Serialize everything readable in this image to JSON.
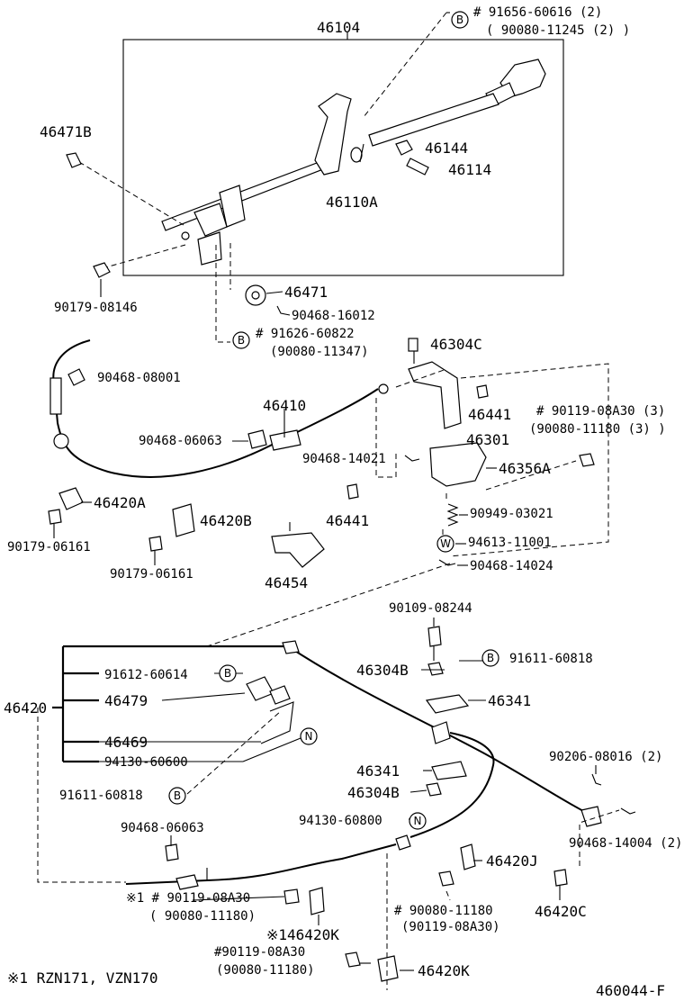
{
  "labels": {
    "p46104": "46104",
    "spec_b1a": "# 91656-60616 (2)",
    "spec_b1b": "( 90080-11245 (2) )",
    "p46471B": "46471B",
    "p46144": "46144",
    "p46114": "46114",
    "p46110A": "46110A",
    "p90179_08146": "90179-08146",
    "p46471": "46471",
    "p90468_16012": "90468-16012",
    "spec_b2a": "# 91626-60822",
    "spec_b2b": "(90080-11347)",
    "p46304C": "46304C",
    "p90468_08001": "90468-08001",
    "p46410": "46410",
    "p46441_a": "46441",
    "p46301": "46301",
    "spec_r1a": "# 90119-08A30 (3)",
    "spec_r1b": "(90080-11180 (3) )",
    "p90468_06063_a": "90468-06063",
    "p90468_14021": "90468-14021",
    "p46356A": "46356A",
    "p46420A": "46420A",
    "p46441_b": "46441",
    "p90949_03021": "90949-03021",
    "p46420B": "46420B",
    "p90179_06161_a": "90179-06161",
    "p94613_11001": "94613-11001",
    "p90468_14024": "90468-14024",
    "p90179_06161_b": "90179-06161",
    "p46454": "46454",
    "p90109_08244": "90109-08244",
    "p46304B_a": "46304B",
    "p91611_60818_a": "91611-60818",
    "p91612_60614": "91612-60614",
    "p46420": "46420",
    "p46479": "46479",
    "p46341_a": "46341",
    "p46469": "46469",
    "p94130_60600": "94130-60600",
    "p90206_08016": "90206-08016 (2)",
    "p46341_b": "46341",
    "p46304B_b": "46304B",
    "p91611_60818_b": "91611-60818",
    "p94130_60800": "94130-60800",
    "p90468_14004": "90468-14004 (2)",
    "p90468_06063_b": "90468-06063",
    "p46420J": "46420J",
    "spec_k1a": "※1 # 90119-08A30",
    "spec_k1b": "( 90080-11180)",
    "p46420C": "46420C",
    "spec_k2a": "# 90080-11180",
    "spec_k2b": "(90119-08A30)",
    "p46420K_a": "※146420K",
    "spec_k3a": "#90119-08A30",
    "spec_k3b": "(90080-11180)",
    "p46420K_b": "46420K",
    "footnote": "※1 RZN171, VZN170",
    "fig_id": "460044-F"
  },
  "symbols": {
    "B": "B",
    "N": "N",
    "W": "W"
  }
}
